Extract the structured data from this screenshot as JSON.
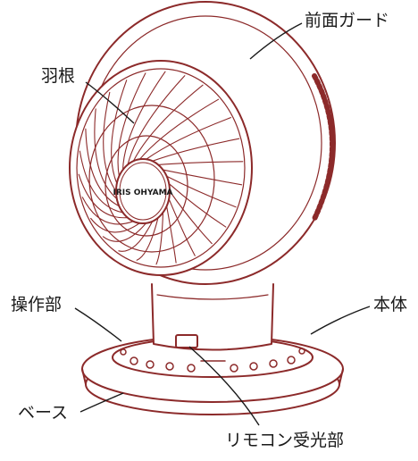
{
  "labels": {
    "front_guard": "前面ガード",
    "blades": "羽根",
    "control_panel": "操作部",
    "body": "本体",
    "base": "ベース",
    "remote_receiver": "リモコン受光部"
  },
  "brand_logo": "IRIS OHYAMA",
  "colors": {
    "line": "#8c2a2a",
    "fill": "#ffffff",
    "leader": "#1a1a1a",
    "text": "#1a1a1a"
  }
}
